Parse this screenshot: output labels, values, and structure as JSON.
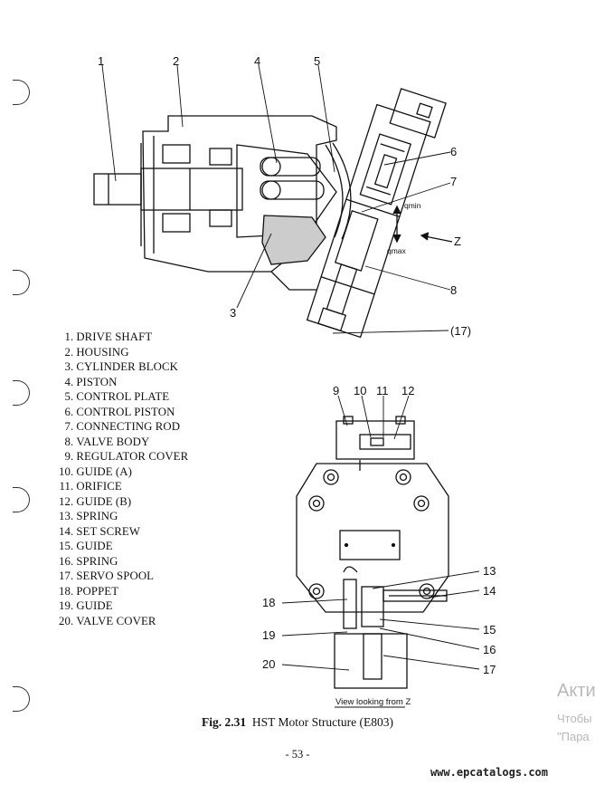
{
  "diagram": {
    "top_labels": [
      "1",
      "2",
      "4",
      "5",
      "6",
      "7",
      "3",
      "8",
      "(17)"
    ],
    "qmin": "qmin",
    "qmax": "qmax",
    "z_label": "Z",
    "bottom_labels": [
      "9",
      "10",
      "11",
      "12",
      "13",
      "14",
      "15",
      "16",
      "17",
      "18",
      "19",
      "20"
    ],
    "view_caption": "View looking from Z"
  },
  "parts_list": [
    {
      "num": "1",
      "name": "DRIVE SHAFT"
    },
    {
      "num": "2",
      "name": "HOUSING"
    },
    {
      "num": "3",
      "name": "CYLINDER BLOCK"
    },
    {
      "num": "4",
      "name": "PISTON"
    },
    {
      "num": "5",
      "name": "CONTROL PLATE"
    },
    {
      "num": "6",
      "name": "CONTROL PISTON"
    },
    {
      "num": "7",
      "name": "CONNECTING ROD"
    },
    {
      "num": "8",
      "name": "VALVE BODY"
    },
    {
      "num": "9",
      "name": "REGULATOR COVER"
    },
    {
      "num": "10",
      "name": "GUIDE (A)"
    },
    {
      "num": "11",
      "name": "ORIFICE"
    },
    {
      "num": "12",
      "name": "GUIDE (B)"
    },
    {
      "num": "13",
      "name": "SPRING"
    },
    {
      "num": "14",
      "name": "SET SCREW"
    },
    {
      "num": "15",
      "name": "GUIDE"
    },
    {
      "num": "16",
      "name": "SPRING"
    },
    {
      "num": "17",
      "name": "SERVO SPOOL"
    },
    {
      "num": "18",
      "name": "POPPET"
    },
    {
      "num": "19",
      "name": "GUIDE"
    },
    {
      "num": "20",
      "name": "VALVE COVER"
    }
  ],
  "caption": {
    "fig": "Fig. 2.31",
    "text": "HST Motor Structure (E803)"
  },
  "page_number": "- 53 -",
  "footer_url": "www.epcatalogs.com",
  "watermark": [
    "Акти",
    "Чтобы",
    "\"Пара"
  ]
}
